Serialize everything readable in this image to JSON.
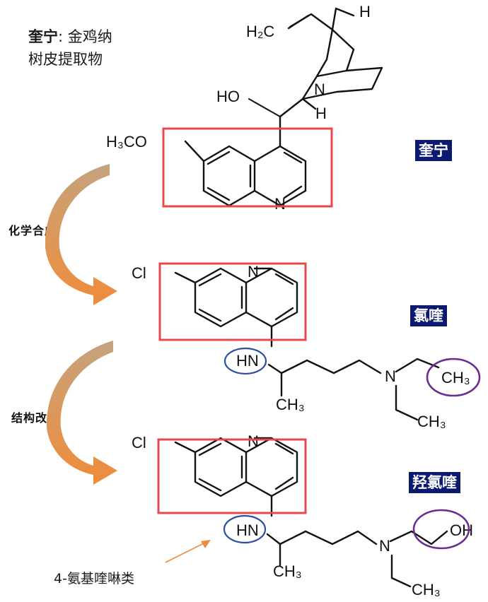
{
  "source": {
    "bold": "奎宁",
    "rest": ": 金鸡纳",
    "line2": "树皮提取物"
  },
  "steps": [
    "化学合成",
    "结构改造"
  ],
  "drugs": [
    "奎宁",
    "氯喹",
    "羟氯喹"
  ],
  "note": "4-氨基喹啉类",
  "atoms": {
    "h2c": "H₂C",
    "h": "H",
    "n": "N",
    "ho": "HO",
    "h3co": "H₃CO",
    "cl": "Cl",
    "hn": "HN",
    "ch3": "CH₃",
    "oh": "OH"
  },
  "colors": {
    "box": "#e8474c",
    "hn_circle": "#2c4f9e",
    "end_circle": "#6a2c8f",
    "arrow": "#ef8b3a",
    "arrow_tail": "#c4a27f",
    "label_bg": "#0b1a6e"
  }
}
